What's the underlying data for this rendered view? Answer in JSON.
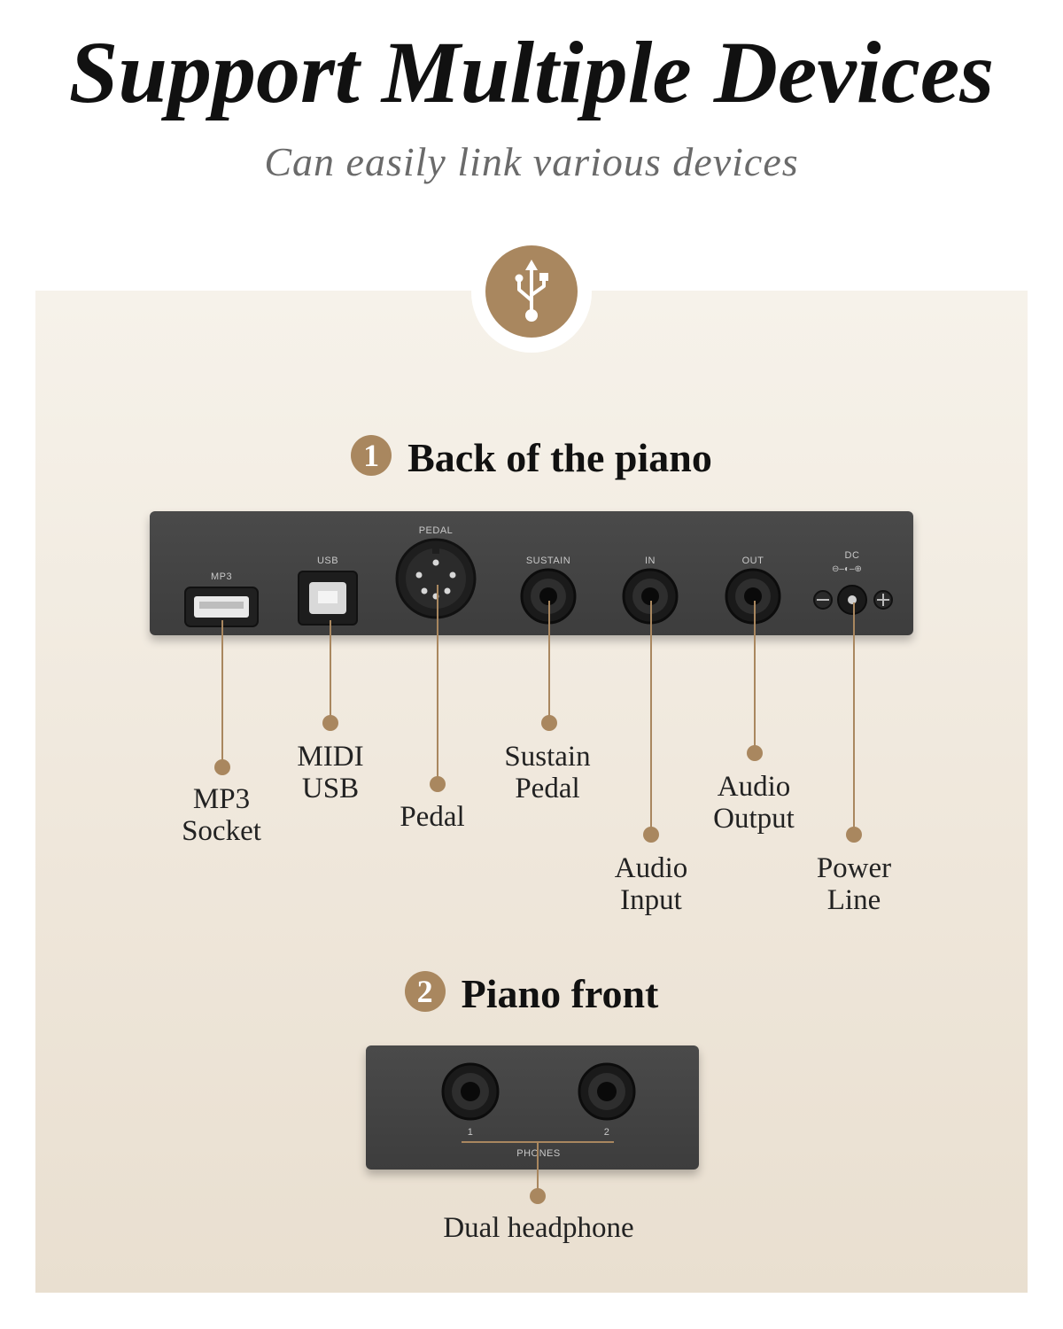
{
  "header": {
    "title": "Support Multiple Devices",
    "subtitle": "Can easily link various devices"
  },
  "badge": {
    "icon": "usb-icon",
    "color": "#a9875f"
  },
  "back_section": {
    "number": "1",
    "title": "Back of the piano",
    "port_labels": {
      "mp3": "MP3",
      "usb": "USB",
      "pedal": "PEDAL",
      "sustain": "SUSTAIN",
      "in": "IN",
      "out": "OUT",
      "dc": "DC"
    },
    "callouts": [
      {
        "line1": "MP3",
        "line2": "Socket"
      },
      {
        "line1": "MIDI",
        "line2": "USB"
      },
      {
        "line1": "Pedal",
        "line2": ""
      },
      {
        "line1": "Sustain",
        "line2": "Pedal"
      },
      {
        "line1": "Audio",
        "line2": "Input"
      },
      {
        "line1": "Audio",
        "line2": "Output"
      },
      {
        "line1": "Power",
        "line2": "Line"
      }
    ]
  },
  "front_section": {
    "number": "2",
    "title": "Piano front",
    "jack_labels": {
      "one": "1",
      "two": "2",
      "phones": "PHONES"
    },
    "callout": "Dual headphone"
  },
  "colors": {
    "accent": "#a9875f",
    "panel_dark": "#444444",
    "text": "#111111"
  }
}
